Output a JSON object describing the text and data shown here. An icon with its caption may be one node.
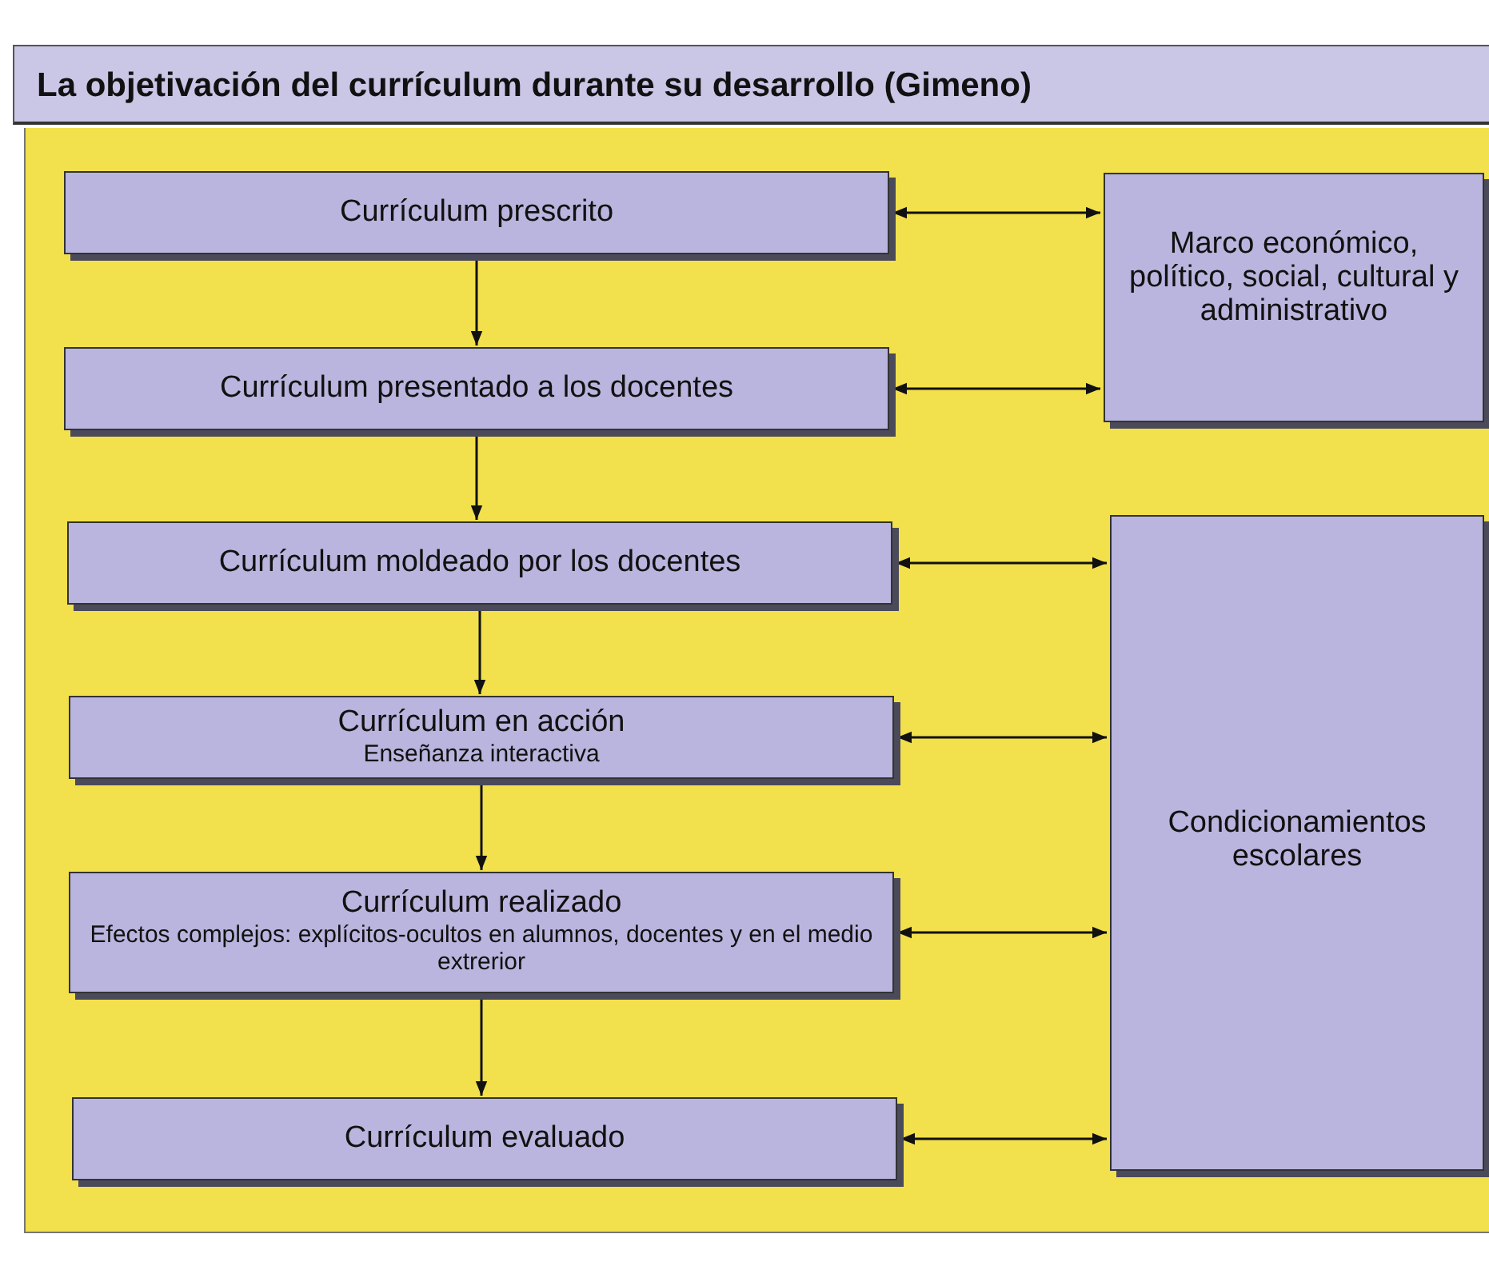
{
  "diagram": {
    "title": "La objetivación del currículum durante su desarrollo (Gimeno)",
    "nodes": [
      {
        "text": [
          "Currículum prescrito"
        ]
      },
      {
        "text": [
          "Currículum presentado a los docentes"
        ]
      },
      {
        "text": [
          "Currículum moldeado por los docentes"
        ]
      },
      {
        "text": [
          "Currículum en acción",
          "Enseñanza interactiva"
        ]
      },
      {
        "text": [
          "Currículum realizado",
          "Efectos complejos: explícitos-ocultos en alumnos, docentes y en el medio extrerior"
        ]
      },
      {
        "text": [
          "Currículum evaluado"
        ]
      },
      {
        "text": [
          "Marco económico, político, social, cultural y administrativo"
        ]
      },
      {
        "text": [
          "Condicionamientos escolares"
        ]
      }
    ],
    "edges": [
      {
        "from": 0,
        "to": 1,
        "arrow": "to"
      },
      {
        "from": 1,
        "to": 2,
        "arrow": "to"
      },
      {
        "from": 2,
        "to": 3,
        "arrow": "to"
      },
      {
        "from": 3,
        "to": 4,
        "arrow": "to"
      },
      {
        "from": 4,
        "to": 5,
        "arrow": "to"
      },
      {
        "from": 0,
        "to": 6,
        "arrow": "both"
      },
      {
        "from": 1,
        "to": 6,
        "arrow": "both"
      },
      {
        "from": 2,
        "to": 7,
        "arrow": "both"
      },
      {
        "from": 3,
        "to": 7,
        "arrow": "both"
      },
      {
        "from": 4,
        "to": 7,
        "arrow": "both"
      },
      {
        "from": 5,
        "to": 7,
        "arrow": "both"
      }
    ]
  }
}
